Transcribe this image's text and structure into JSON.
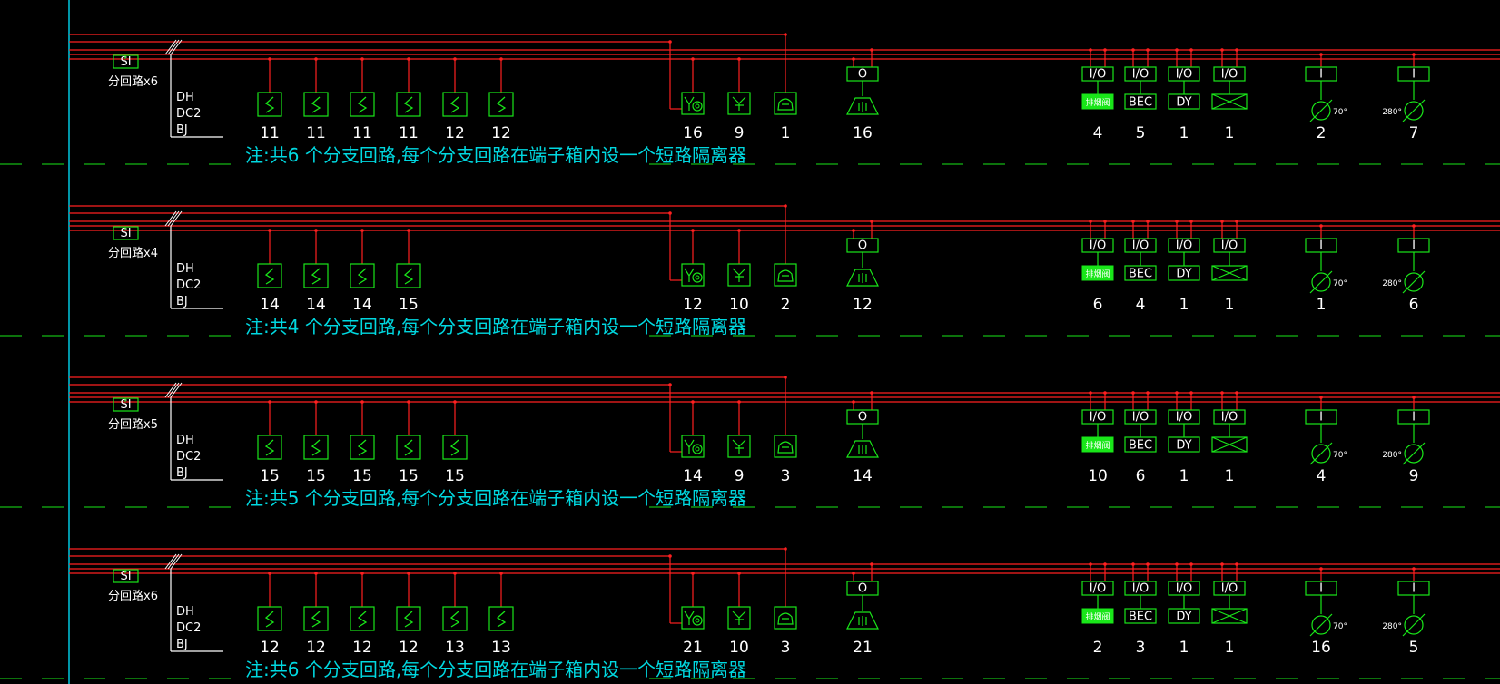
{
  "colors": {
    "background": "#000000",
    "bus": "#ff2020",
    "symbol": "#19e619",
    "note": "#00d8e0",
    "text": "#ffffff",
    "axis": "#00c8e0"
  },
  "wire_labels": [
    "DH",
    "DC2",
    "BJ"
  ],
  "si_label": "SI",
  "module_labels": {
    "output": "O",
    "io": "I/O",
    "input": "I",
    "bec": "BEC",
    "dy": "DY",
    "fan": "排烟阀",
    "temp70": "70°",
    "temp280": "280°"
  },
  "icons": {
    "detector": "smoke-detector-icon",
    "manual_alarm": "manual-alarm-icon",
    "hydrant": "hydrant-button-icon",
    "telephone": "telephone-icon",
    "sounder": "sounder-icon",
    "damper": "damper-icon",
    "valve": "valve-icon"
  },
  "rows": [
    {
      "loop_label": "分回路x6",
      "detectors": [
        "11",
        "11",
        "11",
        "11",
        "12",
        "12"
      ],
      "special": [
        "16",
        "9",
        "1"
      ],
      "sounder": "16",
      "modules": [
        "4",
        "5",
        "1",
        "1"
      ],
      "valves": [
        "2",
        "7"
      ],
      "note": "注:共6 个分支回路,每个分支回路在端子箱内设一个短路隔离器"
    },
    {
      "loop_label": "分回路x4",
      "detectors": [
        "14",
        "14",
        "14",
        "15"
      ],
      "special": [
        "12",
        "10",
        "2"
      ],
      "sounder": "12",
      "modules": [
        "6",
        "4",
        "1",
        "1"
      ],
      "valves": [
        "1",
        "6"
      ],
      "note": "注:共4 个分支回路,每个分支回路在端子箱内设一个短路隔离器"
    },
    {
      "loop_label": "分回路x5",
      "detectors": [
        "15",
        "15",
        "15",
        "15",
        "15"
      ],
      "special": [
        "14",
        "9",
        "3"
      ],
      "sounder": "14",
      "modules": [
        "10",
        "6",
        "1",
        "1"
      ],
      "valves": [
        "4",
        "9"
      ],
      "note": "注:共5 个分支回路,每个分支回路在端子箱内设一个短路隔离器"
    },
    {
      "loop_label": "分回路x6",
      "detectors": [
        "12",
        "12",
        "12",
        "12",
        "13",
        "13"
      ],
      "special": [
        "21",
        "10",
        "3"
      ],
      "sounder": "21",
      "modules": [
        "2",
        "3",
        "1",
        "1"
      ],
      "valves": [
        "16",
        "5"
      ],
      "note": "注:共6 个分支回路,每个分支回路在端子箱内设一个短路隔离器"
    }
  ]
}
